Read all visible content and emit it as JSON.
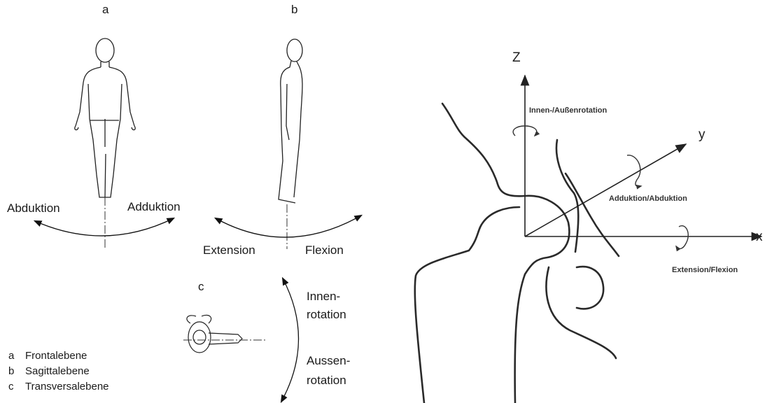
{
  "left_panel": {
    "panel_labels": {
      "a": "a",
      "b": "b",
      "c": "c"
    },
    "frontal": {
      "left": "Abduktion",
      "right": "Adduktion"
    },
    "sagittal": {
      "left": "Extension",
      "right": "Flexion"
    },
    "transverse": {
      "top_line1": "Innen-",
      "top_line2": "rotation",
      "bottom_line1": "Aussen-",
      "bottom_line2": "rotation"
    },
    "legend": [
      {
        "key": "a",
        "label": "Frontalebene"
      },
      {
        "key": "b",
        "label": "Sagittalebene"
      },
      {
        "key": "c",
        "label": "Transversalebene"
      }
    ]
  },
  "right_panel": {
    "axes": {
      "z": "Z",
      "y": "y",
      "x": "x"
    },
    "rotations": {
      "z": "Innen-/Außenrotation",
      "y": "Adduktion/Abduktion",
      "x": "Extension/Flexion"
    }
  }
}
